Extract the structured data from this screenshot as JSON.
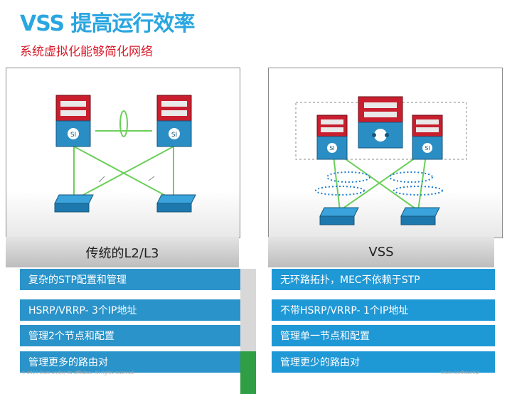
{
  "header": {
    "title": "VSS 提高运行效率",
    "subtitle": "系统虚拟化能够简化网络"
  },
  "diagram": {
    "left_label": "传统的L2/L3",
    "right_label": "VSS",
    "switch_badge": "SI"
  },
  "comparison": {
    "rows": [
      {
        "left": "复杂的STP配置和管理",
        "right": "无环路拓扑，MEC不依赖于STP"
      },
      {
        "left": "HSRP/VRRP- 3个IP地址",
        "right": "不带HSRP/VRRP- 1个IP地址"
      },
      {
        "left": "管理2个节点和配置",
        "right": "管理单一节点和配置"
      },
      {
        "left": "管理更多的路由对",
        "right": "管理更少的路由对"
      }
    ]
  },
  "footer": {
    "copyright": "© 2010 Cisco and/or its affiliates. All rights reserved.",
    "right_text": "Cisco Confidential"
  },
  "colors": {
    "title": "#2aa6e0",
    "subtitle": "#d81b2b",
    "row_left": "#2a93c9",
    "row_right": "#1f98d6",
    "link": "#6ccf5a",
    "mec": "#1f7fd0"
  }
}
